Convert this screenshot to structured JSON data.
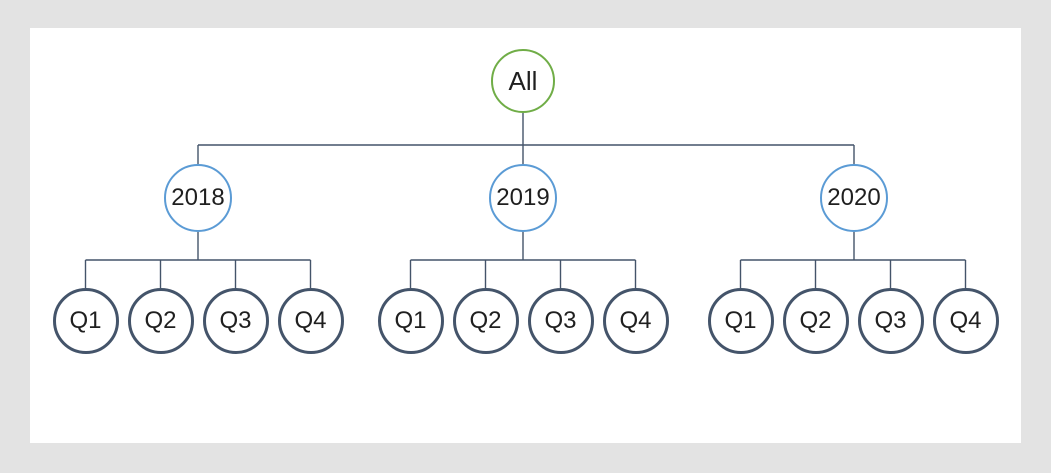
{
  "colors": {
    "page_bg": "#e3e3e3",
    "slide_bg": "#ffffff",
    "root_border": "#70ad47",
    "year_border": "#5b9bd5",
    "quarter_border": "#44546a",
    "line": "#44546a",
    "text": "#1f1f1f"
  },
  "tree": {
    "root": {
      "label": "All"
    },
    "groups": [
      {
        "year": "2018",
        "quarters": [
          "Q1",
          "Q2",
          "Q3",
          "Q4"
        ]
      },
      {
        "year": "2019",
        "quarters": [
          "Q1",
          "Q2",
          "Q3",
          "Q4"
        ]
      },
      {
        "year": "2020",
        "quarters": [
          "Q1",
          "Q2",
          "Q3",
          "Q4"
        ]
      }
    ]
  }
}
